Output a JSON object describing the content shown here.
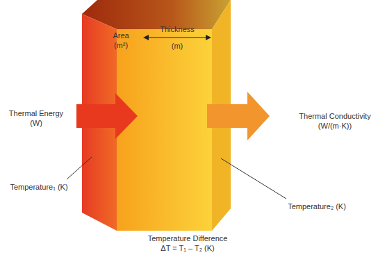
{
  "diagram": {
    "labels": [
      "Area (m²)",
      "Thickness (m)",
      "Thermal Energy (W)",
      "Thermal Conductivity (W/(m·K))",
      "Temperature₁ (K)",
      "Temperature₂ (K)",
      "Temperature Difference ΔT = T₁ – T₂ (K)"
    ]
  }
}
